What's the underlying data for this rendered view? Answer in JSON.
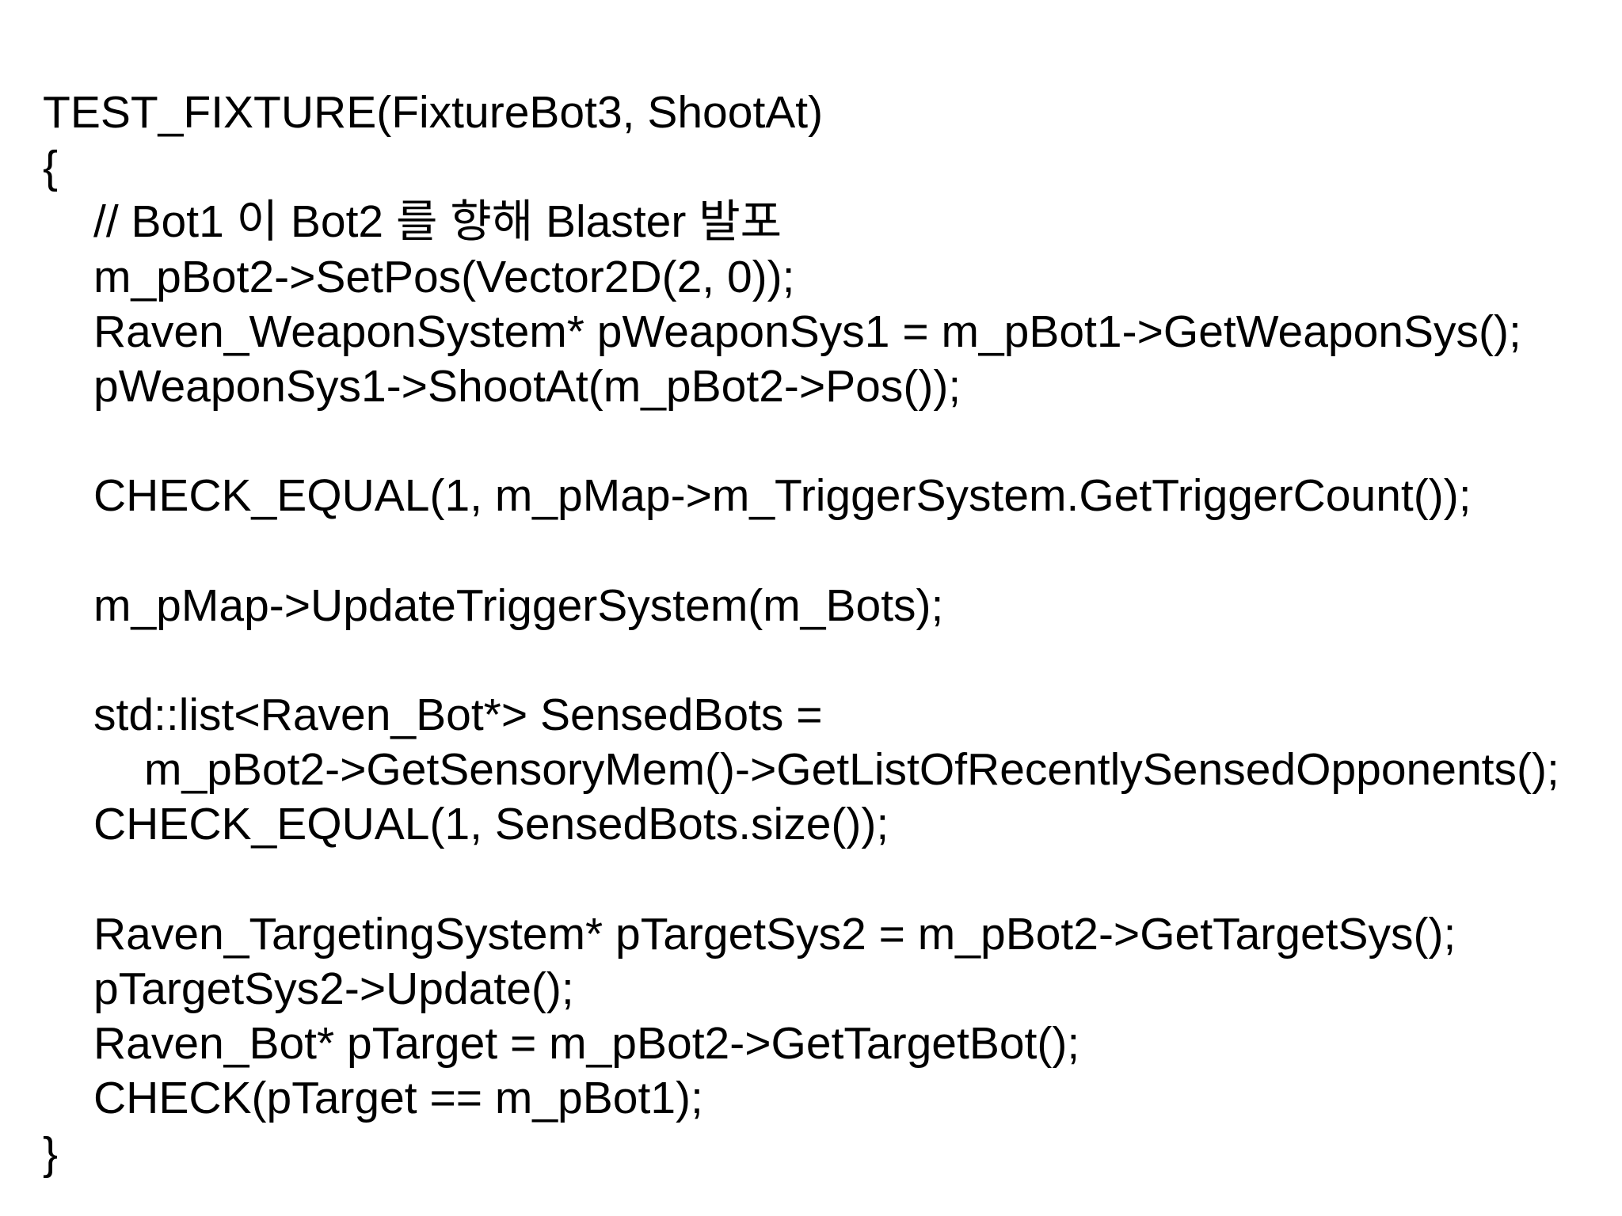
{
  "code": {
    "lines": [
      {
        "indent": 0,
        "text": "TEST_FIXTURE(FixtureBot3, ShootAt)"
      },
      {
        "indent": 0,
        "text": "{"
      },
      {
        "indent": 1,
        "text": "// Bot1 이 Bot2 를 향해 Blaster 발포"
      },
      {
        "indent": 1,
        "text": "m_pBot2->SetPos(Vector2D(2, 0));"
      },
      {
        "indent": 1,
        "text": "Raven_WeaponSystem* pWeaponSys1 = m_pBot1->GetWeaponSys();"
      },
      {
        "indent": 1,
        "text": "pWeaponSys1->ShootAt(m_pBot2->Pos());"
      },
      {
        "indent": 1,
        "text": ""
      },
      {
        "indent": 1,
        "text": "CHECK_EQUAL(1, m_pMap->m_TriggerSystem.GetTriggerCount());"
      },
      {
        "indent": 1,
        "text": ""
      },
      {
        "indent": 1,
        "text": "m_pMap->UpdateTriggerSystem(m_Bots);"
      },
      {
        "indent": 1,
        "text": ""
      },
      {
        "indent": 1,
        "text": "std::list<Raven_Bot*> SensedBots ="
      },
      {
        "indent": 2,
        "text": "m_pBot2->GetSensoryMem()->GetListOfRecentlySensedOpponents();"
      },
      {
        "indent": 1,
        "text": "CHECK_EQUAL(1, SensedBots.size());"
      },
      {
        "indent": 1,
        "text": ""
      },
      {
        "indent": 1,
        "text": "Raven_TargetingSystem* pTargetSys2 = m_pBot2->GetTargetSys();"
      },
      {
        "indent": 1,
        "text": "pTargetSys2->Update();"
      },
      {
        "indent": 1,
        "text": "Raven_Bot* pTarget = m_pBot2->GetTargetBot();"
      },
      {
        "indent": 1,
        "text": "CHECK(pTarget == m_pBot1);"
      },
      {
        "indent": 0,
        "text": "}"
      }
    ]
  }
}
